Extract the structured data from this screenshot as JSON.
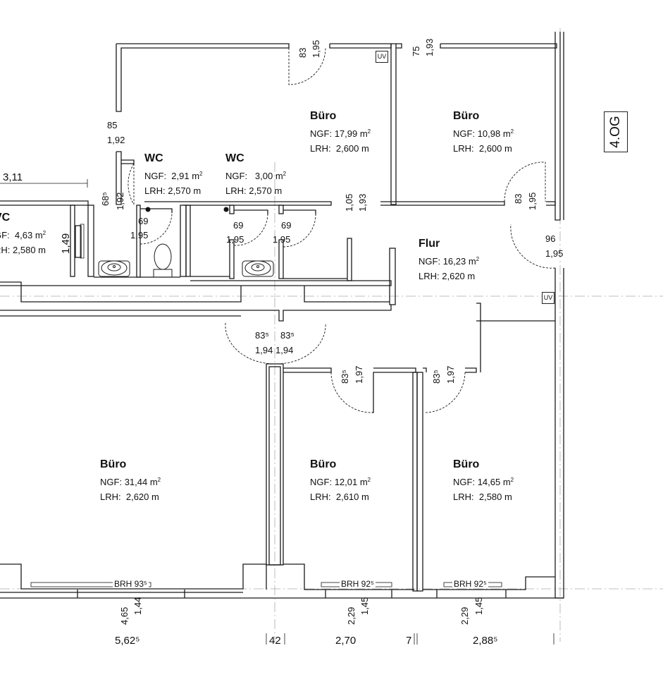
{
  "floor_label": "4.OG",
  "rooms": {
    "buero_17": {
      "name": "Büro",
      "ngf_prefix": "NGF:",
      "ngf": "17,99 m",
      "lrh_prefix": "LRH:",
      "lrh": "2,600 m"
    },
    "buero_10": {
      "name": "Büro",
      "ngf_prefix": "NGF:",
      "ngf": "10,98 m",
      "lrh_prefix": "LRH:",
      "lrh": "2,600 m"
    },
    "wc_1": {
      "name": "WC",
      "ngf_prefix": "NGF:",
      "ngf": "2,91 m",
      "lrh_prefix": "LRH:",
      "lrh": "2,570 m"
    },
    "wc_2": {
      "name": "WC",
      "ngf_prefix": "NGF:",
      "ngf": "3,00 m",
      "lrh_prefix": "LRH:",
      "lrh": "2,570 m"
    },
    "wc_left": {
      "name": "VC",
      "ngf_prefix": "GF:",
      "ngf": "4,63 m",
      "lrh_prefix": "RH:",
      "lrh": "2,580 m"
    },
    "flur": {
      "name": "Flur",
      "ngf_prefix": "NGF:",
      "ngf": "16,23 m",
      "lrh_prefix": "LRH:",
      "lrh": "2,620 m"
    },
    "buero_31": {
      "name": "Büro",
      "ngf_prefix": "NGF:",
      "ngf": "31,44 m",
      "lrh_prefix": "LRH:",
      "lrh": "2,620 m"
    },
    "buero_12": {
      "name": "Büro",
      "ngf_prefix": "NGF:",
      "ngf": "12,01 m",
      "lrh_prefix": "LRH:",
      "lrh": "2,610 m"
    },
    "buero_14": {
      "name": "Büro",
      "ngf_prefix": "NGF:",
      "ngf": "14,65 m",
      "lrh_prefix": "LRH:",
      "lrh": "2,580 m"
    }
  },
  "area_superscript": "2",
  "uv_label": "UV",
  "dims": {
    "d83_top": "83",
    "d195_top": "1,95",
    "d75": "75",
    "d193_top": "1,93",
    "d85": "85",
    "d192_a": "1,92",
    "d311": "3,11",
    "d685": "68⁵",
    "d192_b": "1,92",
    "d149": "1,49",
    "d69_a": "69",
    "d195_a": "1,95",
    "d69_b": "69",
    "d195_b": "1,95",
    "d69_c": "69",
    "d195_c": "1,95",
    "d105": "1,05",
    "d193_mid": "1,93",
    "d83_right": "83",
    "d195_right": "1,95",
    "d96": "96",
    "d195_flur": "1,95",
    "d835_a": "83⁵",
    "d835_b": "83⁵",
    "d194_a": "1,94",
    "d194_b": "1,94",
    "d835_c": "83⁵",
    "d197_a": "1,97",
    "d835_d": "83⁵",
    "d197_b": "1,97",
    "d465": "4,65",
    "d144": "1,44",
    "d229_a": "2,29",
    "d145_a": "1,45",
    "d229_b": "2,29",
    "d145_b": "1,45",
    "d5625": "5,62⁵",
    "d42": "42",
    "d270": "2,70",
    "d7": "7",
    "d2885": "2,88⁵"
  },
  "brh": {
    "a": "BRH 93⁵",
    "b": "BRH 92⁵",
    "c": "BRH 92⁵"
  }
}
